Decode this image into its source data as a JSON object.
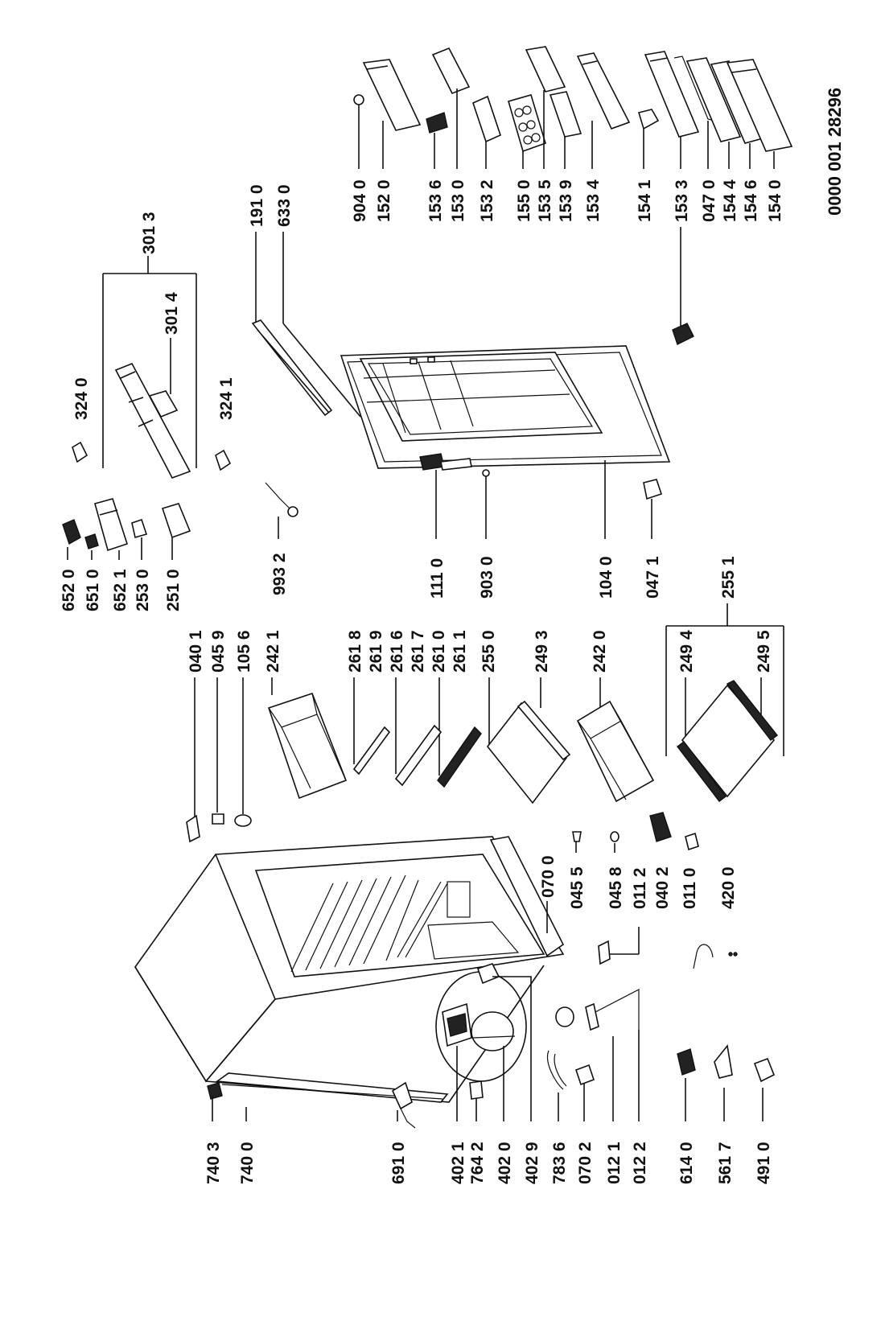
{
  "document_number": "0000 001 28296",
  "part_numbers": {
    "p9040": "904 0",
    "p1520": "152 0",
    "p1536": "153 6",
    "p1530": "153 0",
    "p1532": "153 2",
    "p1550": "155 0",
    "p1535": "153 5",
    "p1539": "153 9",
    "p1534": "153 4",
    "p1541": "154 1",
    "p1533": "153 3",
    "p0470": "047 0",
    "p1544": "154 4",
    "p1546": "154 6",
    "p1540": "154 0",
    "p3013": "301 3",
    "p3014": "301 4",
    "p1910": "191 0",
    "p6330": "633 0",
    "p3240": "324 0",
    "p3241": "324 1",
    "p6520": "652 0",
    "p6510": "651 0",
    "p6521": "652 1",
    "p2530": "253 0",
    "p2510": "251 0",
    "p9932": "993 2",
    "p1110": "111 0",
    "p9030": "903 0",
    "p1040": "104 0",
    "p0471": "047 1",
    "p2551": "255 1",
    "p0401": "040 1",
    "p0459": "045 9",
    "p1056": "105 6",
    "p2421": "242 1",
    "p2618": "261 8",
    "p2619": "261 9",
    "p2616": "261 6",
    "p2617": "261 7",
    "p2610": "261 0",
    "p2611": "261 1",
    "p2550": "255 0",
    "p2493": "249 3",
    "p2420": "242 0",
    "p2494": "249 4",
    "p2495": "249 5",
    "p0700": "070 0",
    "p0455": "045 5",
    "p0458": "045 8",
    "p0112": "011 2",
    "p0402": "040 2",
    "p0110": "011 0",
    "p4200": "420 0",
    "p7403": "740 3",
    "p7400": "740 0",
    "p6910": "691 0",
    "p4021": "402 1",
    "p7642": "764 2",
    "p4020": "402 0",
    "p4029": "402 9",
    "p7836": "783 6",
    "p0702": "070 2",
    "p0121": "012 1",
    "p0122": "012 2",
    "p6140": "614 0",
    "p5617": "561 7",
    "p4910": "491 0"
  }
}
